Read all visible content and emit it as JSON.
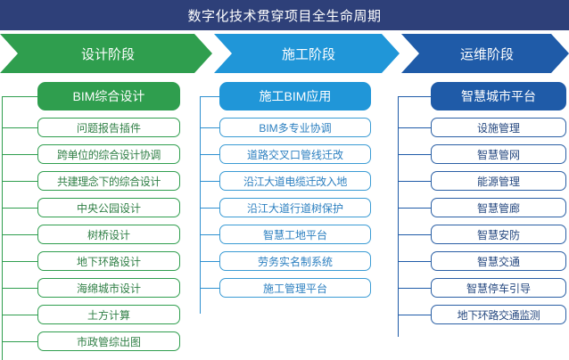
{
  "header": {
    "title": "数字化技术贯穿项目全生命周期",
    "background_color": "#2e4079",
    "text_color": "#ffffff"
  },
  "ribbon": {
    "phases": [
      {
        "label": "设计阶段",
        "color": "#2f9e4e"
      },
      {
        "label": "施工阶段",
        "color": "#2096d8"
      },
      {
        "label": "运维阶段",
        "color": "#1f5ba8"
      }
    ]
  },
  "columns": [
    {
      "id": "design",
      "accent_color": "#2f9e4e",
      "head": "BIM综合设计",
      "items": [
        "问题报告插件",
        "跨单位的综合设计协调",
        "共建理念下的综合设计",
        "中央公园设计",
        "树桥设计",
        "地下环路设计",
        "海绵城市设计",
        "土方计算",
        "市政管综出图"
      ]
    },
    {
      "id": "construction",
      "accent_color": "#2096d8",
      "head": "施工BIM应用",
      "items": [
        "BIM多专业协调",
        "道路交叉口管线迁改",
        "沿江大道电缆迁改入地",
        "沿江大道行道树保护",
        "智慧工地平台",
        "劳务实名制系统",
        "施工管理平台"
      ]
    },
    {
      "id": "operations",
      "accent_color": "#1f5ba8",
      "head": "智慧城市平台",
      "items": [
        "设施管理",
        "智慧管网",
        "能源管理",
        "智慧管廊",
        "智慧安防",
        "智慧交通",
        "智慧停车引导",
        "地下环路交通监测"
      ]
    }
  ]
}
